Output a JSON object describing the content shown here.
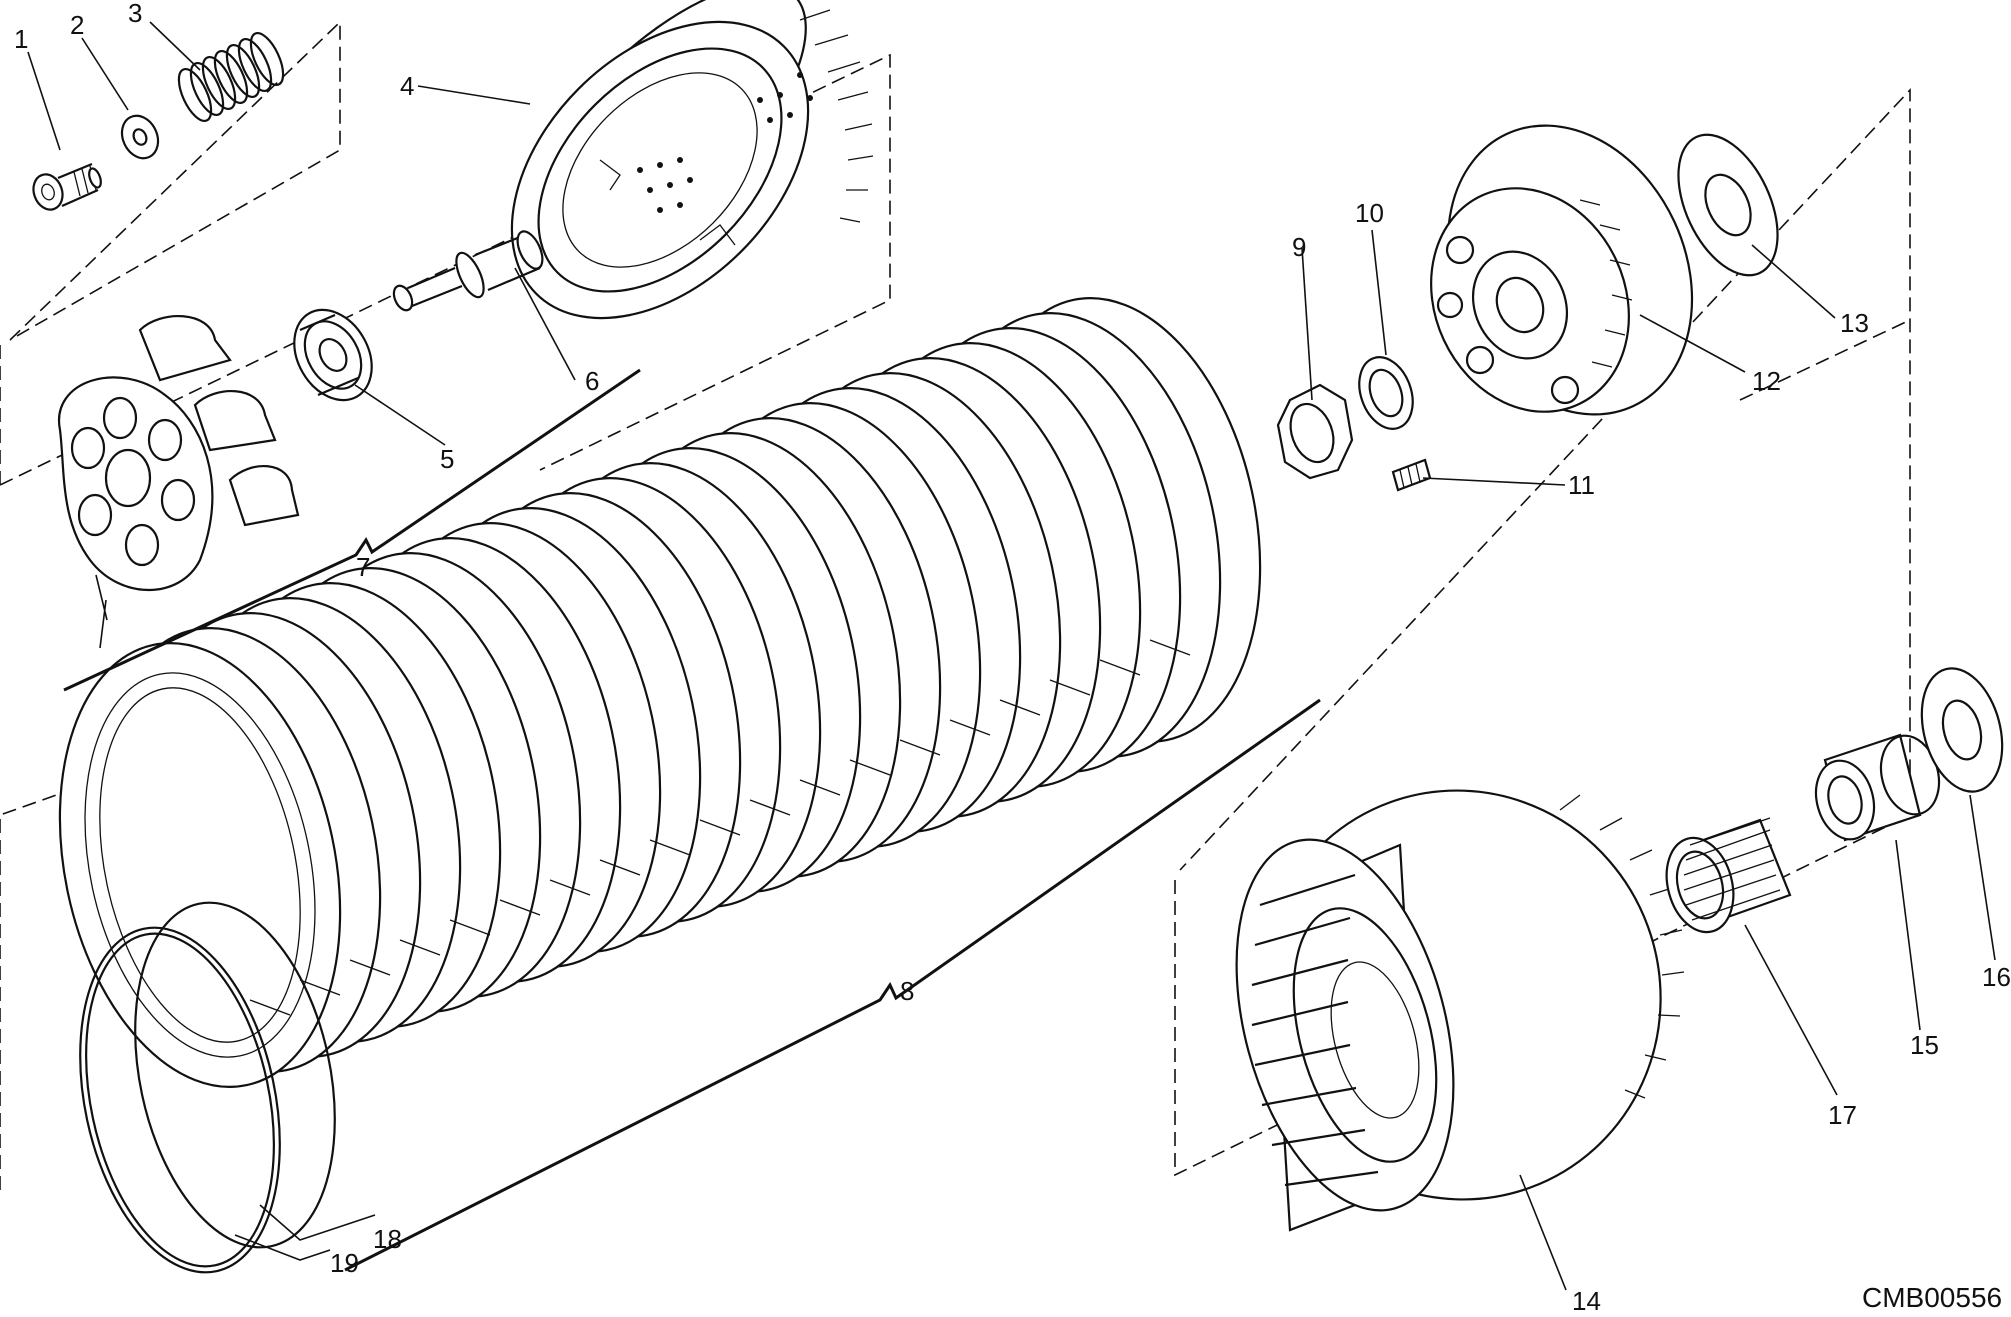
{
  "drawing": {
    "reference_code": "CMB00556",
    "callouts": [
      "1",
      "2",
      "3",
      "4",
      "5",
      "6",
      "7",
      "8",
      "9",
      "10",
      "11",
      "12",
      "13",
      "14",
      "15",
      "16",
      "17",
      "18",
      "19"
    ]
  }
}
